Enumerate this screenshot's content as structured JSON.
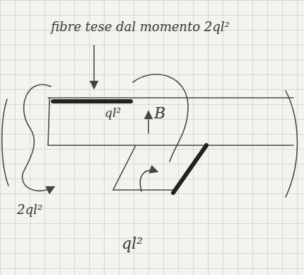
{
  "diagram": {
    "labels": [
      "fibre tese dal momento 2ql²",
      "ql²",
      "B",
      "2ql²",
      "ql²"
    ]
  }
}
